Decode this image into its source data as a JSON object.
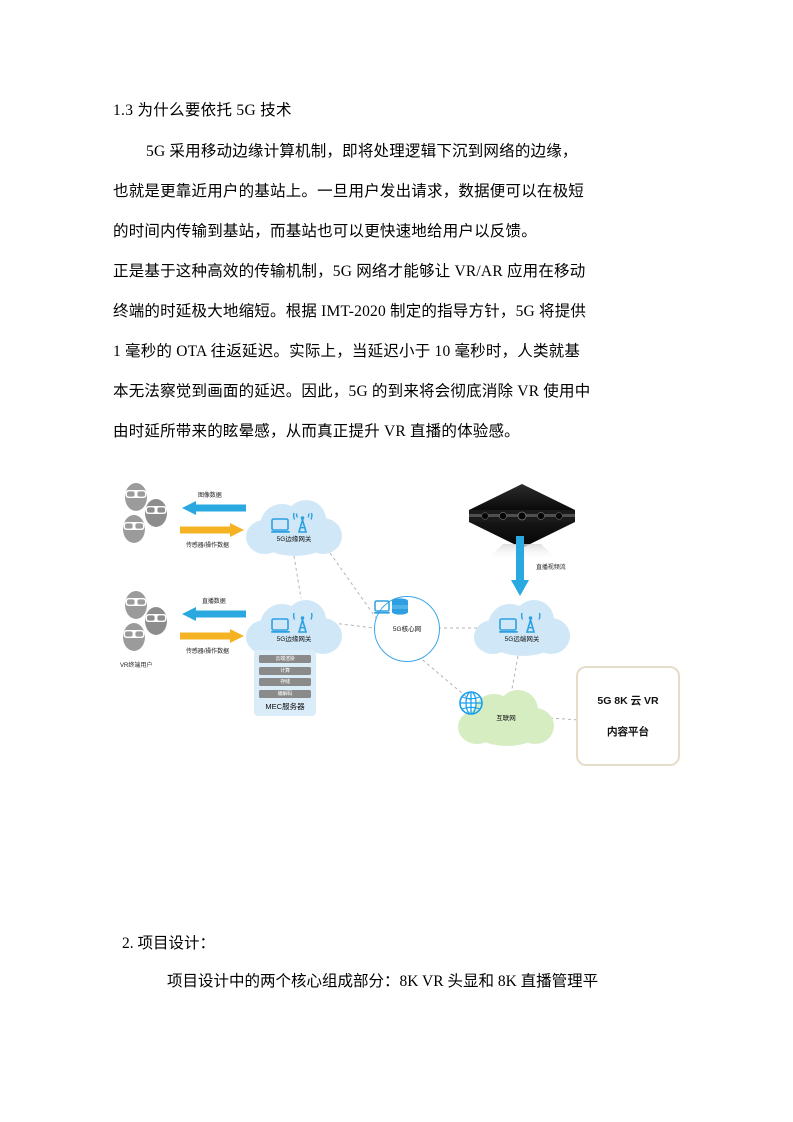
{
  "document": {
    "heading": "1.3  为什么要依托 5G 技术",
    "paragraph_lines": [
      "5G 采用移动边缘计算机制，即将处理逻辑下沉到网络的边缘，",
      "也就是更靠近用户的基站上。一旦用户发出请求，数据便可以在极短",
      "的时间内传输到基站，而基站也可以更快速地给用户以反馈。",
      "正是基于这种高效的传输机制，5G 网络才能够让 VR/AR 应用在移动",
      "终端的时延极大地缩短。根据 IMT-2020 制定的指导方针，5G 将提供",
      "1 毫秒的 OTA 往返延迟。实际上，当延迟小于 10 毫秒时，人类就基",
      "本无法察觉到画面的延迟。因此，5G 的到来将会彻底消除 VR 使用中",
      "由时延所带来的眩晕感，从而真正提升 VR 直播的体验感。"
    ],
    "section2_heading": "2. 项目设计：",
    "section2_line": "项目设计中的两个核心组成部分：8K  VR 头显和 8K 直播管理平"
  },
  "diagram": {
    "users_group_top": {
      "downlink_label": "图像数据",
      "uplink_label": "传感器/操作数据"
    },
    "users_group_bottom": {
      "downlink_label": "直播数据",
      "uplink_label": "传感器/操作数据",
      "group_label": "VR终端用户"
    },
    "nodes": {
      "gateway_top": "5G边缘网关",
      "gateway_bottom": "5G边缘网关",
      "core_network": "5G核心网",
      "gateway_right": "5G远端网关",
      "internet": "互联网"
    },
    "mec": {
      "title": "MEC服务器",
      "bars": [
        "云端渲染",
        "计算",
        "存储",
        "编解码"
      ]
    },
    "camera": {
      "stream_label": "直播视频流"
    },
    "platform": {
      "line1": "5G 8K 云 VR",
      "line2": "内容平台"
    },
    "colors": {
      "downlink_arrow": "#2aa9e0",
      "uplink_arrow": "#f5b324",
      "cloud_blue": "#cfe7f7",
      "cloud_green": "#d6edc2",
      "accent_blue": "#3aa6e8",
      "platform_border": "#e4ddc8"
    }
  }
}
